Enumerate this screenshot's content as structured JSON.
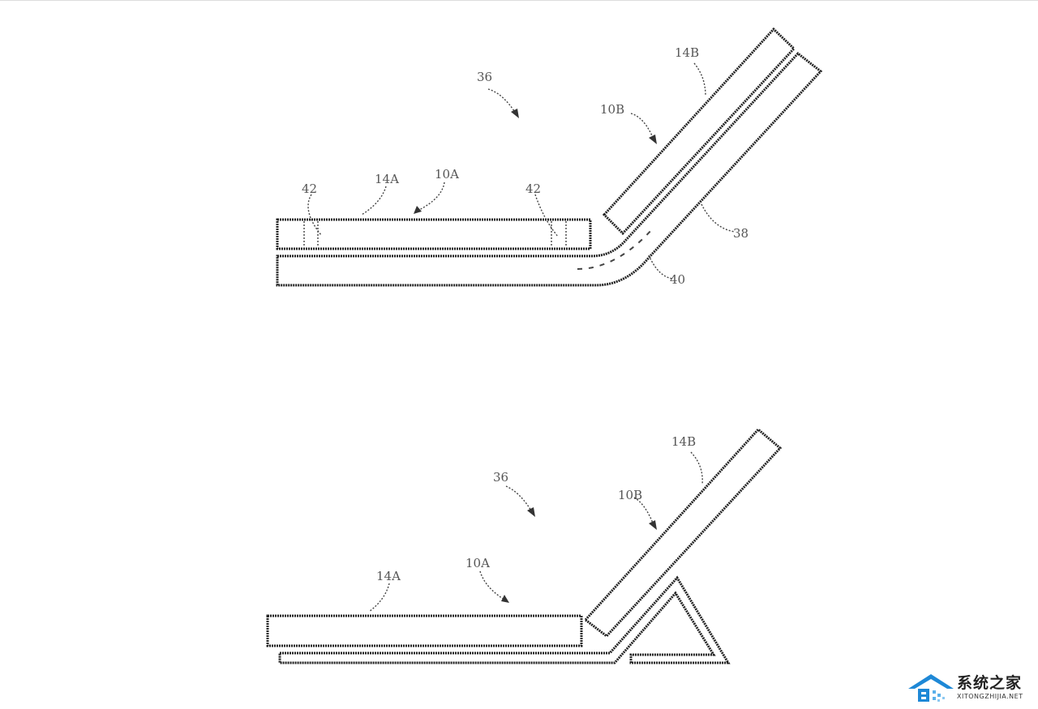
{
  "figure_top": {
    "labels": {
      "assembly": "36",
      "panel_b": "14B",
      "device_b": "10B",
      "spacer_left": "42",
      "panel_a": "14A",
      "device_a": "10A",
      "spacer_right": "42",
      "cover": "38",
      "hinge": "40"
    }
  },
  "figure_bottom": {
    "labels": {
      "assembly": "36",
      "panel_b": "14B",
      "device_b": "10B",
      "panel_a": "14A",
      "device_a": "10A"
    }
  },
  "watermark": {
    "title": "系统之家",
    "url": "XITONGZHIJIA.NET",
    "color": "#1e88d6"
  }
}
